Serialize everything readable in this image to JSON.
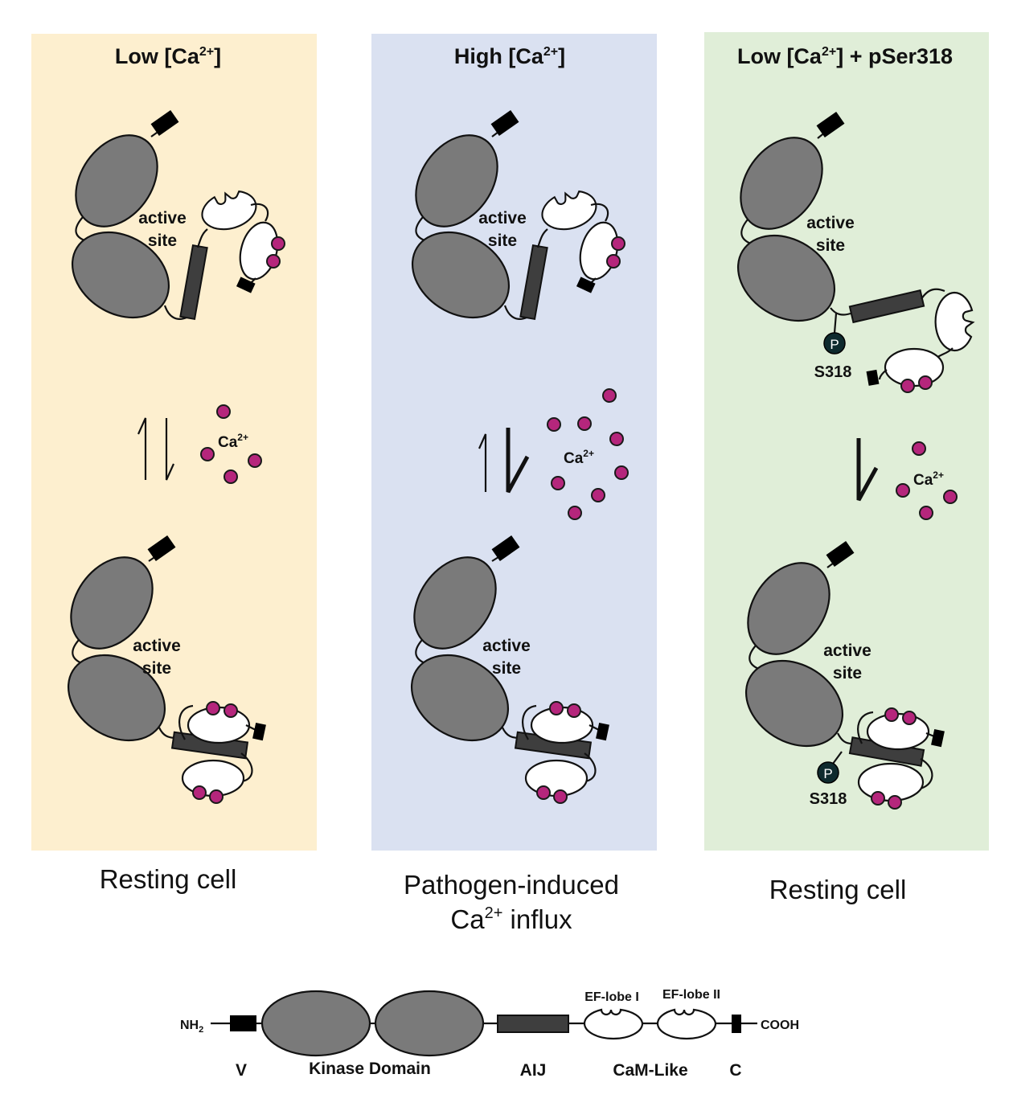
{
  "panels": [
    {
      "title_main": "Low [Ca",
      "title_sup": "2+",
      "title_end": "]",
      "bg_color": "#fdefcf",
      "top_site_line1": "active",
      "top_site_line2": "site",
      "bottom_site_line1": "active",
      "bottom_site_line2": "site",
      "ion_label": "Ca",
      "ion_sup": "2+",
      "caption_line1": "Resting cell"
    },
    {
      "title_main": "High [Ca",
      "title_sup": "2+",
      "title_end": "]",
      "bg_color": "#dae1f1",
      "top_site_line1": "active",
      "top_site_line2": "site",
      "bottom_site_line1": "active",
      "bottom_site_line2": "site",
      "ion_label": "Ca",
      "ion_sup": "2+",
      "caption_line1": "Pathogen-induced",
      "caption_line2_main": "Ca",
      "caption_line2_sup": "2+",
      "caption_line2_end": " influx"
    },
    {
      "title_main": "Low [Ca",
      "title_sup": "2+",
      "title_end": "] + pSer318",
      "bg_color": "#e0eed8",
      "top_site_line1": "active",
      "top_site_line2": "site",
      "bottom_site_line1": "active",
      "bottom_site_line2": "site",
      "ion_label": "Ca",
      "ion_sup": "2+",
      "phospho_symbol": "P",
      "phospho_site_label": "S318",
      "caption_line1": "Resting cell"
    }
  ],
  "domain_map": {
    "n_terminus": "NH",
    "n_terminus_sub": "2",
    "c_terminus": "COOH",
    "ef_lobe_1": "EF-lobe I",
    "ef_lobe_2": "EF-lobe II",
    "labels": {
      "v": "V",
      "kinase": "Kinase Domain",
      "aij": "AIJ",
      "caml": "CaM-Like",
      "c": "C"
    }
  },
  "colors": {
    "kinase_fill": "#7a7a7a",
    "aij_fill": "#3e3e3e",
    "calcium_ion": "#b5267c",
    "phospho_circle": "#0e2a2e"
  }
}
